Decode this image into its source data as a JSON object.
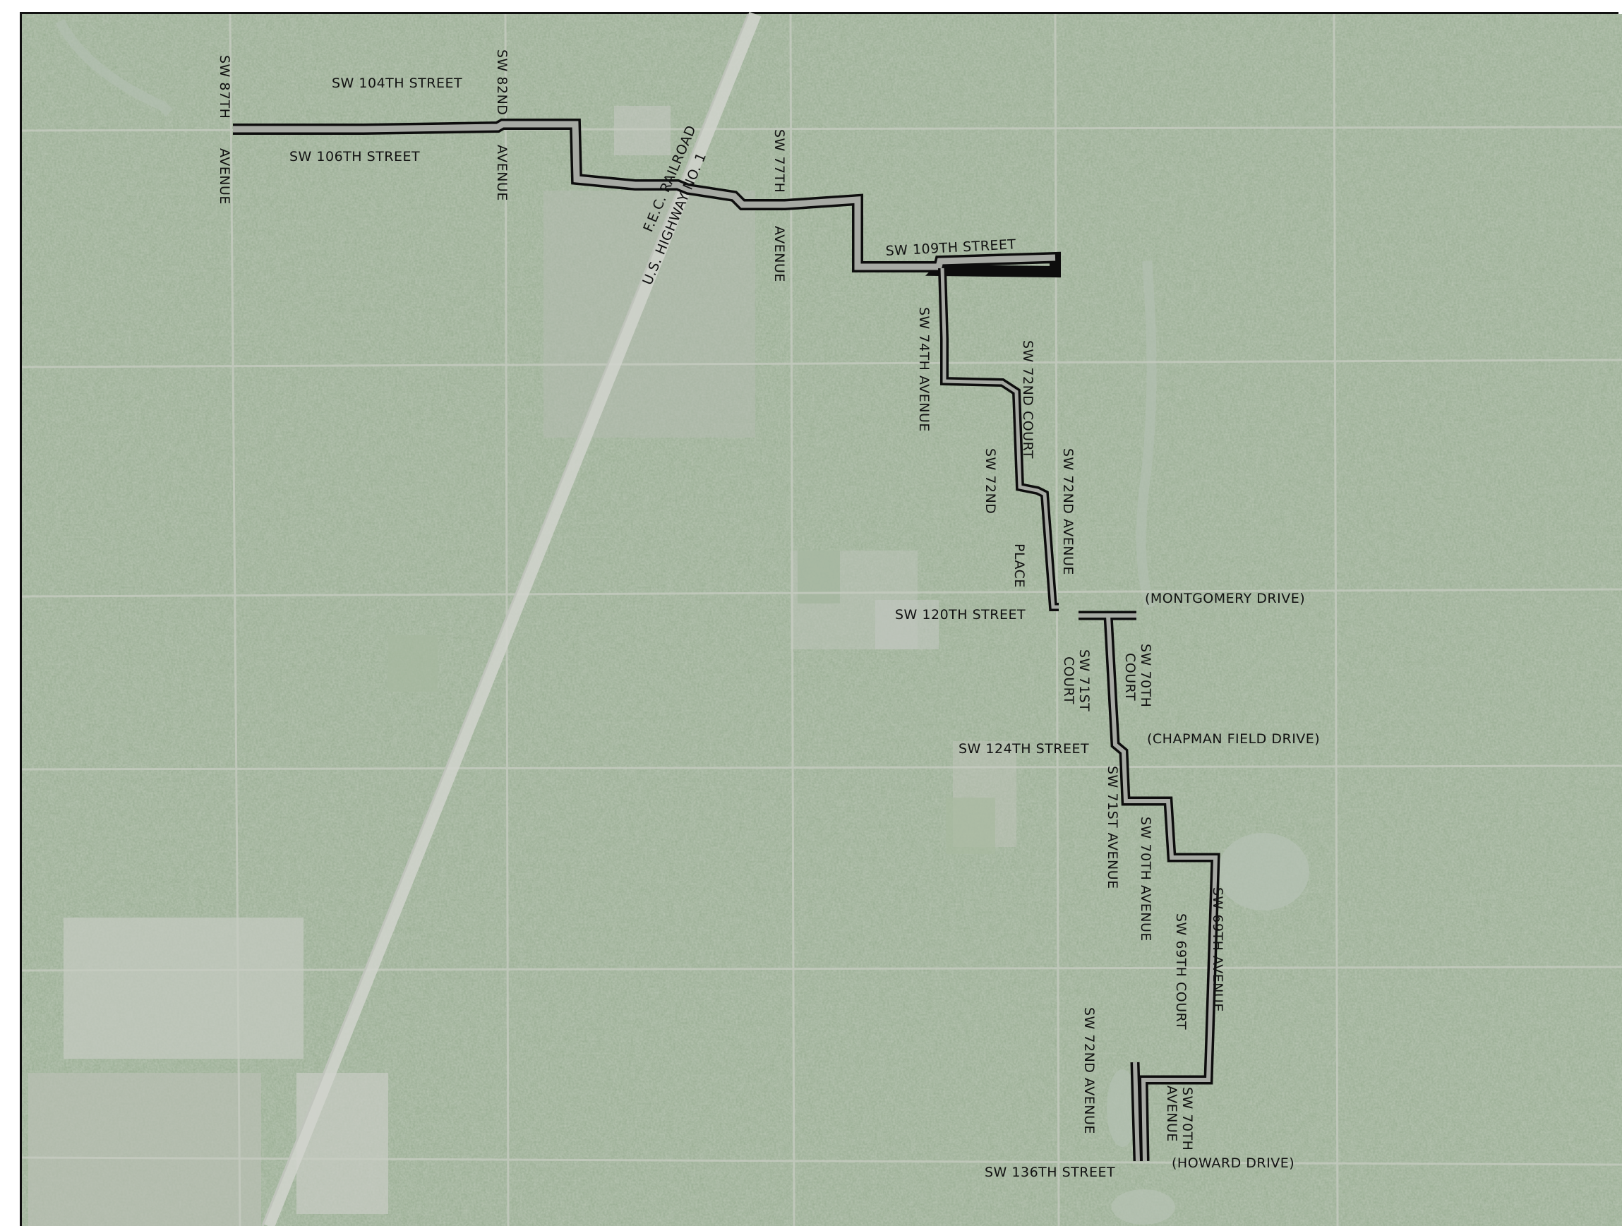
{
  "map": {
    "colors": {
      "aerial_base": "#8fa588",
      "route_fill": "#a7aaa4",
      "route_outline": "#0d0d0d",
      "frame": "#111111"
    },
    "labels": {
      "sw_104th_street": "SW 104TH STREET",
      "sw_106th_street": "SW 106TH STREET",
      "sw_87th": "SW 87TH",
      "avenue_87": "AVENUE",
      "sw_82nd": "SW 82ND",
      "avenue_82": "AVENUE",
      "fec_railroad": "F.E.C. RAILROAD",
      "us_highway": "U.S. HIGHWAY NO. 1",
      "sw_77th": "SW 77TH",
      "avenue_77": "AVENUE",
      "sw_109th_street": "SW 109TH STREET",
      "sw_74th_avenue": "SW 74TH AVENUE",
      "sw_72nd_court": "SW 72ND COURT",
      "sw_72nd_place_a": "SW 72ND",
      "sw_72nd_place_b": "PLACE",
      "sw_72nd_avenue_north": "SW 72ND AVENUE",
      "sw_120th_street": "SW 120TH STREET",
      "montgomery_drive": "(MONTGOMERY DRIVE)",
      "sw_71st_court_a": "SW 71ST",
      "sw_71st_court_b": "COURT",
      "sw_70th_court_a": "SW 70TH",
      "sw_70th_court_b": "COURT",
      "sw_124th_street": "SW 124TH STREET",
      "chapman_field_drive": "(CHAPMAN FIELD DRIVE)",
      "sw_71st_avenue": "SW 71ST AVENUE",
      "sw_70th_avenue": "SW 70TH AVENUE",
      "sw_69th_court": "SW 69TH COURT",
      "sw_69th_avenue": "SW 69TH AVENUE",
      "sw_72nd_avenue_south": "SW 72ND AVENUE",
      "sw_70th_avenue_s_a": "SW 70TH",
      "sw_70th_avenue_s_b": "AVENUE",
      "sw_136th_street": "SW 136TH STREET",
      "howard_drive": "(HOWARD DRIVE)"
    }
  }
}
